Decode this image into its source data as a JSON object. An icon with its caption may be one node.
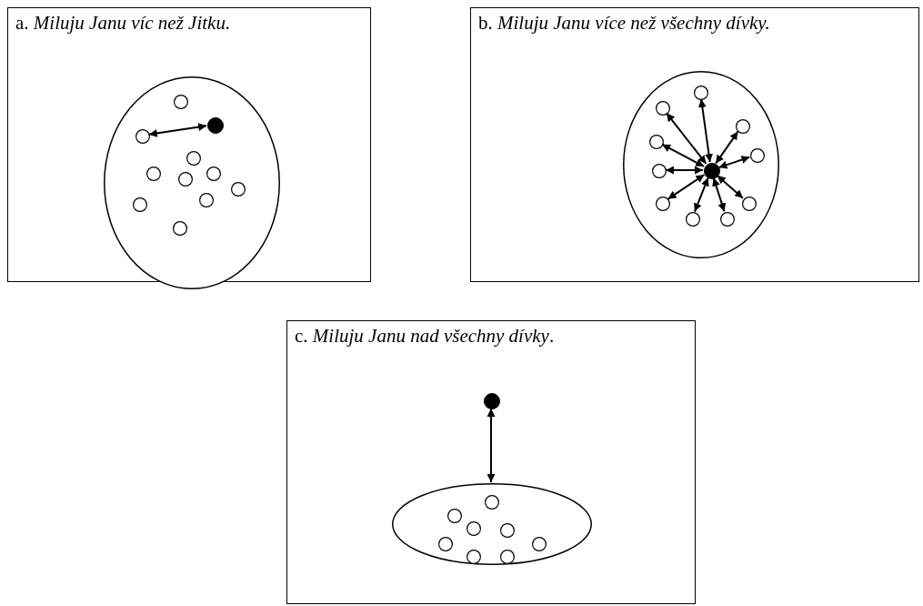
{
  "diagram": {
    "nodes": [
      {
        "text": [
          "a. *Miluju Janu víc než Jitku.*"
        ]
      },
      {
        "text": [],
        "shape": "ellipse",
        "in": 0
      },
      {
        "text": [],
        "shape": "circle",
        "in": 1
      },
      {
        "text": [],
        "shape": "dot",
        "in": 1
      },
      {
        "text": [],
        "shape": "circle",
        "in": 1
      },
      {
        "text": [],
        "shape": "circle",
        "in": 1
      },
      {
        "text": [],
        "shape": "circle",
        "in": 1
      },
      {
        "text": [],
        "shape": "circle",
        "in": 1
      },
      {
        "text": [],
        "shape": "circle",
        "in": 1
      },
      {
        "text": [],
        "shape": "circle",
        "in": 1
      },
      {
        "text": [],
        "shape": "circle",
        "in": 1
      },
      {
        "text": [],
        "shape": "circle",
        "in": 1
      },
      {
        "text": [],
        "shape": "circle",
        "in": 1
      },
      {
        "text": [
          "b. *Miluju Janu více než všechny dívky.*"
        ]
      },
      {
        "text": [],
        "shape": "ellipse",
        "in": 13
      },
      {
        "text": [],
        "shape": "circle",
        "in": 14
      },
      {
        "text": [],
        "shape": "circle",
        "in": 14
      },
      {
        "text": [],
        "shape": "circle",
        "in": 14
      },
      {
        "text": [],
        "shape": "circle",
        "in": 14
      },
      {
        "text": [],
        "shape": "circle",
        "in": 14
      },
      {
        "text": [],
        "shape": "circle",
        "in": 14
      },
      {
        "text": [],
        "shape": "dot",
        "in": 14
      },
      {
        "text": [],
        "shape": "circle",
        "in": 14
      },
      {
        "text": [],
        "shape": "circle",
        "in": 14
      },
      {
        "text": [],
        "shape": "circle",
        "in": 14
      },
      {
        "text": [],
        "shape": "circle",
        "in": 14
      },
      {
        "text": [
          "c. *Miluju Janu nad všechny dívky*."
        ]
      },
      {
        "text": [],
        "shape": "dot",
        "in": 26
      },
      {
        "text": [],
        "shape": "ellipse",
        "in": 26
      },
      {
        "text": [],
        "shape": "circle",
        "in": 28
      },
      {
        "text": [],
        "shape": "circle",
        "in": 28
      },
      {
        "text": [],
        "shape": "circle",
        "in": 28
      },
      {
        "text": [],
        "shape": "circle",
        "in": 28
      },
      {
        "text": [],
        "shape": "circle",
        "in": 28
      },
      {
        "text": [],
        "shape": "circle",
        "in": 28
      },
      {
        "text": [],
        "shape": "circle",
        "in": 28
      },
      {
        "text": [],
        "shape": "circle",
        "in": 28
      }
    ],
    "edges": [
      {
        "from": 4,
        "to": 3,
        "arrow": "both"
      },
      {
        "from": 21,
        "to": 15,
        "arrow": "both"
      },
      {
        "from": 21,
        "to": 16,
        "arrow": "both"
      },
      {
        "from": 21,
        "to": 17,
        "arrow": "both"
      },
      {
        "from": 21,
        "to": 18,
        "arrow": "both"
      },
      {
        "from": 21,
        "to": 19,
        "arrow": "both"
      },
      {
        "from": 21,
        "to": 20,
        "arrow": "both"
      },
      {
        "from": 21,
        "to": 22,
        "arrow": "both"
      },
      {
        "from": 21,
        "to": 23,
        "arrow": "both"
      },
      {
        "from": 21,
        "to": 24,
        "arrow": "both"
      },
      {
        "from": 21,
        "to": 25,
        "arrow": "both"
      },
      {
        "from": 27,
        "to": 28,
        "arrow": "both"
      }
    ]
  }
}
